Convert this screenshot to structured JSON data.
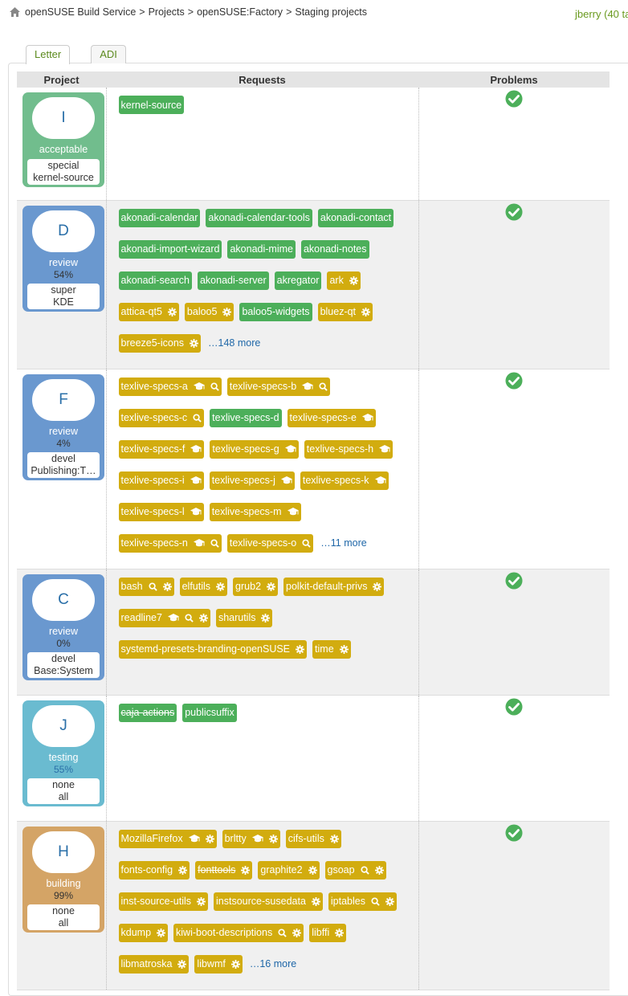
{
  "breadcrumb": [
    "openSUSE Build Service",
    "Projects",
    "openSUSE:Factory",
    "Staging projects"
  ],
  "user": "jberry (40 ta",
  "tabs": [
    "Letter",
    "ADI"
  ],
  "columns": [
    "Project",
    "Requests",
    "Problems"
  ],
  "colors": {
    "green": "#71bd8d",
    "blue": "#6a98cf",
    "light_blue": "#6abbd0",
    "orange": "#d4a466",
    "req_ok": "#4caf5a",
    "req_warn": "#d2ac0f"
  },
  "projects": [
    {
      "letter": "I",
      "status": "acceptable",
      "pct": "",
      "info1": "special",
      "info2": "kernel-source",
      "color": "green",
      "height": 140,
      "requests": [
        {
          "n": "kernel-source",
          "s": "ok",
          "i": []
        }
      ],
      "more": ""
    },
    {
      "letter": "D",
      "status": "review",
      "pct": "54%",
      "info1": "super",
      "info2": "KDE",
      "color": "blue",
      "height": 205,
      "requests": [
        {
          "n": "akonadi-calendar",
          "s": "ok",
          "i": []
        },
        {
          "n": "akonadi-calendar-tools",
          "s": "ok",
          "i": []
        },
        {
          "n": "akonadi-contact",
          "s": "ok",
          "i": []
        },
        {
          "n": "akonadi-import-wizard",
          "s": "ok",
          "i": []
        },
        {
          "n": "akonadi-mime",
          "s": "ok",
          "i": []
        },
        {
          "n": "akonadi-notes",
          "s": "ok",
          "i": []
        },
        {
          "n": "akonadi-search",
          "s": "ok",
          "i": []
        },
        {
          "n": "akonadi-server",
          "s": "ok",
          "i": []
        },
        {
          "n": "akregator",
          "s": "ok",
          "i": []
        },
        {
          "n": "ark",
          "s": "warn",
          "i": [
            "gear"
          ]
        },
        {
          "n": "attica-qt5",
          "s": "warn",
          "i": [
            "gear"
          ]
        },
        {
          "n": "baloo5",
          "s": "warn",
          "i": [
            "gear"
          ]
        },
        {
          "n": "baloo5-widgets",
          "s": "ok",
          "i": []
        },
        {
          "n": "bluez-qt",
          "s": "warn",
          "i": [
            "gear"
          ]
        },
        {
          "n": "breeze5-icons",
          "s": "warn",
          "i": [
            "gear"
          ]
        }
      ],
      "more": "…148 more"
    },
    {
      "letter": "F",
      "status": "review",
      "pct": "4%",
      "info1": "devel",
      "info2": "Publishing:T…",
      "color": "blue",
      "height": 245,
      "requests": [
        {
          "n": "texlive-specs-a",
          "s": "warn",
          "i": [
            "cap",
            "search"
          ]
        },
        {
          "n": "texlive-specs-b",
          "s": "warn",
          "i": [
            "cap",
            "search"
          ]
        },
        {
          "n": "texlive-specs-c",
          "s": "warn",
          "i": [
            "search"
          ]
        },
        {
          "n": "texlive-specs-d",
          "s": "ok",
          "i": []
        },
        {
          "n": "texlive-specs-e",
          "s": "warn",
          "i": [
            "cap"
          ]
        },
        {
          "n": "texlive-specs-f",
          "s": "warn",
          "i": [
            "cap"
          ]
        },
        {
          "n": "texlive-specs-g",
          "s": "warn",
          "i": [
            "cap"
          ]
        },
        {
          "n": "texlive-specs-h",
          "s": "warn",
          "i": [
            "cap"
          ]
        },
        {
          "n": "texlive-specs-i",
          "s": "warn",
          "i": [
            "cap"
          ]
        },
        {
          "n": "texlive-specs-j",
          "s": "warn",
          "i": [
            "cap"
          ]
        },
        {
          "n": "texlive-specs-k",
          "s": "warn",
          "i": [
            "cap"
          ]
        },
        {
          "n": "texlive-specs-l",
          "s": "warn",
          "i": [
            "cap"
          ]
        },
        {
          "n": "texlive-specs-m",
          "s": "warn",
          "i": [
            "cap"
          ]
        },
        {
          "n": "texlive-specs-n",
          "s": "warn",
          "i": [
            "cap",
            "search"
          ]
        },
        {
          "n": "texlive-specs-o",
          "s": "warn",
          "i": [
            "search"
          ]
        }
      ],
      "more": "…11 more"
    },
    {
      "letter": "C",
      "status": "review",
      "pct": "0%",
      "info1": "devel",
      "info2": "Base:System",
      "color": "blue",
      "height": 157,
      "requests": [
        {
          "n": "bash",
          "s": "warn",
          "i": [
            "search",
            "gear"
          ]
        },
        {
          "n": "elfutils",
          "s": "warn",
          "i": [
            "gear"
          ]
        },
        {
          "n": "grub2",
          "s": "warn",
          "i": [
            "gear"
          ]
        },
        {
          "n": "polkit-default-privs",
          "s": "warn",
          "i": [
            "gear"
          ]
        },
        {
          "n": "readline7",
          "s": "warn",
          "i": [
            "cap",
            "search",
            "gear"
          ]
        },
        {
          "n": "sharutils",
          "s": "warn",
          "i": [
            "gear"
          ]
        },
        {
          "n": "systemd-presets-branding-openSUSE",
          "s": "warn",
          "i": [
            "gear"
          ]
        },
        {
          "n": "time",
          "s": "warn",
          "i": [
            "gear"
          ]
        }
      ],
      "more": ""
    },
    {
      "letter": "J",
      "status": "testing",
      "pct": "55%",
      "info1": "none",
      "info2": "all",
      "color": "light_blue",
      "height": 157,
      "requests": [
        {
          "n": "caja-actions",
          "s": "ok",
          "i": [],
          "del": true
        },
        {
          "n": "publicsuffix",
          "s": "ok",
          "i": []
        }
      ],
      "more": ""
    },
    {
      "letter": "H",
      "status": "building",
      "pct": "99%",
      "info1": "none",
      "info2": "all",
      "color": "orange",
      "height": 205,
      "requests": [
        {
          "n": "MozillaFirefox",
          "s": "warn",
          "i": [
            "cap",
            "gear"
          ]
        },
        {
          "n": "brltty",
          "s": "warn",
          "i": [
            "cap",
            "gear"
          ]
        },
        {
          "n": "cifs-utils",
          "s": "warn",
          "i": [
            "gear"
          ]
        },
        {
          "n": "fonts-config",
          "s": "warn",
          "i": [
            "gear"
          ]
        },
        {
          "n": "fonttools",
          "s": "warn",
          "i": [
            "gear"
          ],
          "del": true
        },
        {
          "n": "graphite2",
          "s": "warn",
          "i": [
            "gear"
          ]
        },
        {
          "n": "gsoap",
          "s": "warn",
          "i": [
            "search",
            "gear"
          ]
        },
        {
          "n": "inst-source-utils",
          "s": "warn",
          "i": [
            "gear"
          ]
        },
        {
          "n": "instsource-susedata",
          "s": "warn",
          "i": [
            "gear"
          ]
        },
        {
          "n": "iptables",
          "s": "warn",
          "i": [
            "search",
            "gear"
          ]
        },
        {
          "n": "kdump",
          "s": "warn",
          "i": [
            "gear"
          ]
        },
        {
          "n": "kiwi-boot-descriptions",
          "s": "warn",
          "i": [
            "search",
            "gear"
          ]
        },
        {
          "n": "libffi",
          "s": "warn",
          "i": [
            "gear"
          ]
        },
        {
          "n": "libmatroska",
          "s": "warn",
          "i": [
            "gear"
          ]
        },
        {
          "n": "libwmf",
          "s": "warn",
          "i": [
            "gear"
          ]
        }
      ],
      "more": "…16 more"
    }
  ]
}
